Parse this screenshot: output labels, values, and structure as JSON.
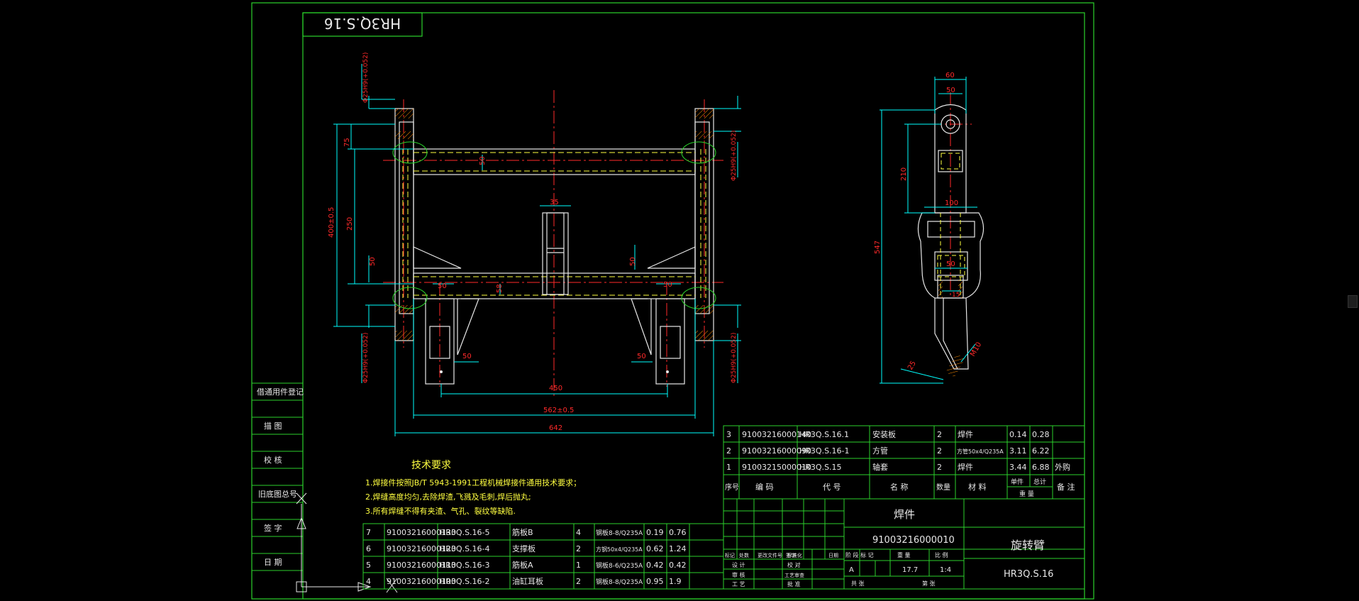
{
  "drawing": {
    "stamp_code": "HR3Q.S.16",
    "technical_requirements": {
      "heading": "技术要求",
      "items": [
        "1.焊接件按照JB/T 5943-1991工程机械焊接件通用技术要求；",
        "2.焊缝高度均匀,去除焊渣,飞溅及毛刺,焊后抛丸;",
        "3.所有焊缝不得有夹渣、气孔、裂纹等缺陷."
      ]
    },
    "dimensions_front": {
      "d1": "Φ25H9(+0.052)",
      "d2": "Φ25H9(+0.052)",
      "d3": "Φ25H9(+0.052)",
      "d4": "Φ25H9(+0.052)",
      "h_total": "400±0.5",
      "h_upper": "75",
      "h_mid": "250",
      "h_low": "50",
      "h_50a": "50",
      "h_50b": "50",
      "w_top": "50",
      "w_35": "35",
      "w_50l": "50",
      "w_50r": "50",
      "w_58": "58",
      "w_50bl": "50",
      "w_50br": "50",
      "w_450": "450",
      "w_562": "562±0.5",
      "w_642": "642"
    },
    "dimensions_side": {
      "w60": "60",
      "w50": "50",
      "h210": "210",
      "w100": "100",
      "h547": "547",
      "w50b": "50",
      "w15": "15",
      "a25": "25",
      "m10": "M10"
    },
    "left_strip": [
      "借通用件登记",
      "描 图",
      "校 核",
      "旧底图总号",
      "签 字",
      "日 期"
    ],
    "bom_upper": [
      {
        "no": "3",
        "code": "91003216000140",
        "ref": "HR3Q.S.16.1",
        "name": "安装板",
        "qty": "2",
        "material": "焊件",
        "unit": "0.14",
        "total": "0.28",
        "note": ""
      },
      {
        "no": "2",
        "code": "91003216000090",
        "ref": "HR3Q.S.16-1",
        "name": "方管",
        "qty": "2",
        "material": "方管50x4/Q235A",
        "unit": "3.11",
        "total": "6.22",
        "note": ""
      },
      {
        "no": "1",
        "code": "91003215000010",
        "ref": "HR3Q.S.15",
        "name": "轴套",
        "qty": "2",
        "material": "焊件",
        "unit": "3.44",
        "total": "6.88",
        "note": "外购"
      }
    ],
    "bom_header": {
      "no": "序号",
      "code": "编 码",
      "ref": "代 号",
      "name": "名 称",
      "qty": "数量",
      "material": "材 料",
      "unit": "单件",
      "total": "总计",
      "weight": "重 量",
      "note": "备 注"
    },
    "bom_lower": [
      {
        "no": "7",
        "code": "91003216000130",
        "ref": "HR3Q.S.16-5",
        "name": "筋板B",
        "qty": "4",
        "material": "钢板8-8/Q235A",
        "unit": "0.19",
        "total": "0.76"
      },
      {
        "no": "6",
        "code": "91003216000120",
        "ref": "HR3Q.S.16-4",
        "name": "支撑板",
        "qty": "2",
        "material": "方钢50x4/Q235A",
        "unit": "0.62",
        "total": "1.24"
      },
      {
        "no": "5",
        "code": "91003216000110",
        "ref": "HR3Q.S.16-3",
        "name": "筋板A",
        "qty": "1",
        "material": "钢板8-6/Q235A",
        "unit": "0.42",
        "total": "0.42"
      },
      {
        "no": "4",
        "code": "91003216000100",
        "ref": "HR3Q.S.16-2",
        "name": "油缸耳板",
        "qty": "2",
        "material": "钢板8-8/Q235A",
        "unit": "0.95",
        "total": "1.9"
      }
    ],
    "title_block": {
      "label_weld": "焊件",
      "drawing_code": "91003216000010",
      "part_name": "旋转臂",
      "drawing_no": "HR3Q.S.16",
      "stage_mark": "A",
      "weight": "17.7",
      "scale": "1:4",
      "h_stage": "阶 段 标 记",
      "h_weight": "重 量",
      "h_scale": "比 例",
      "h_mark": "标记",
      "h_count": "处数",
      "h_file": "更改文件号",
      "h_sign": "签字",
      "h_date": "日期",
      "r_design": "设 计",
      "r_check": "审 核",
      "r_process": "工 艺",
      "r_std": "标准化",
      "r_verify": "校 对",
      "r_approve": "批 准",
      "r_craft": "工艺审查",
      "r_sheet": "共 张",
      "r_page": "第 张"
    }
  },
  "colors": {
    "border": "#2bd12b",
    "dimension": "#00ffff",
    "centerline": "#ff2a2a",
    "geometry": "#e8e8e8",
    "hidden": "#ffff40",
    "hatch": "#ff8c00"
  }
}
